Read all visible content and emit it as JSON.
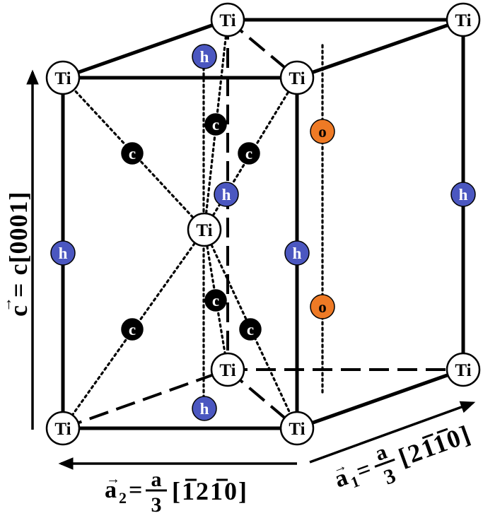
{
  "atom_label": "Ti",
  "sites": {
    "h": {
      "label": "h",
      "fill": "#4b57c0",
      "text": "#ffffff"
    },
    "o": {
      "label": "o",
      "fill": "#ee7a25",
      "text": "#000000"
    },
    "c": {
      "label": "c",
      "fill": "#000000",
      "text": "#ffffff"
    }
  },
  "axes": {
    "c": {
      "vec": "c",
      "eq": " = ",
      "mag": "c",
      "index": "[0001]"
    },
    "a2": {
      "vec": "a",
      "sub": "2",
      "eq": "=",
      "num": "a",
      "den": "3",
      "index": "[1210]",
      "bars": [
        0,
        2
      ]
    },
    "a1": {
      "vec": "a",
      "sub": "1",
      "eq": "=",
      "num": "a",
      "den": "3",
      "index": "[2110]",
      "bars": [
        1,
        2
      ]
    }
  }
}
